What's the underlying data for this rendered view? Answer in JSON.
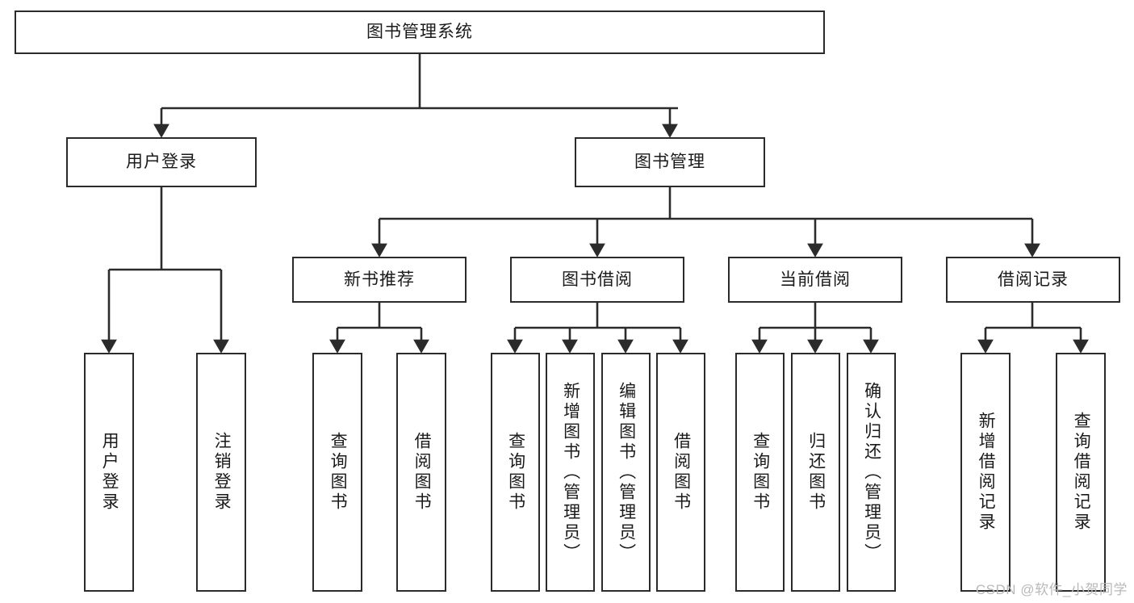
{
  "diagram": {
    "title": "图书管理系统",
    "watermark": "CSDN @软件_小贺同学",
    "colors": {
      "stroke": "#2b2b2b",
      "fill": "#ffffff",
      "text": "#1a1a1a",
      "watermark": "#b9b9b9"
    },
    "root": {
      "label": "图书管理系统"
    },
    "level1": [
      {
        "label": "用户登录"
      },
      {
        "label": "图书管理"
      }
    ],
    "level2": [
      {
        "label": "新书推荐"
      },
      {
        "label": "图书借阅"
      },
      {
        "label": "当前借阅"
      },
      {
        "label": "借阅记录"
      }
    ],
    "leaves": {
      "user_login": [
        {
          "label": "用户登录"
        },
        {
          "label": "注销登录"
        }
      ],
      "new_book": [
        {
          "label": "查询图书"
        },
        {
          "label": "借阅图书"
        }
      ],
      "book_borrow": [
        {
          "label": "查询图书"
        },
        {
          "label": "新增图书（管理员）"
        },
        {
          "label": "编辑图书（管理员）"
        },
        {
          "label": "借阅图书"
        }
      ],
      "current_borrow": [
        {
          "label": "查询图书"
        },
        {
          "label": "归还图书"
        },
        {
          "label": "确认归还（管理员）"
        }
      ],
      "borrow_record": [
        {
          "label": "新增借阅记录"
        },
        {
          "label": "查询借阅记录"
        }
      ]
    }
  }
}
